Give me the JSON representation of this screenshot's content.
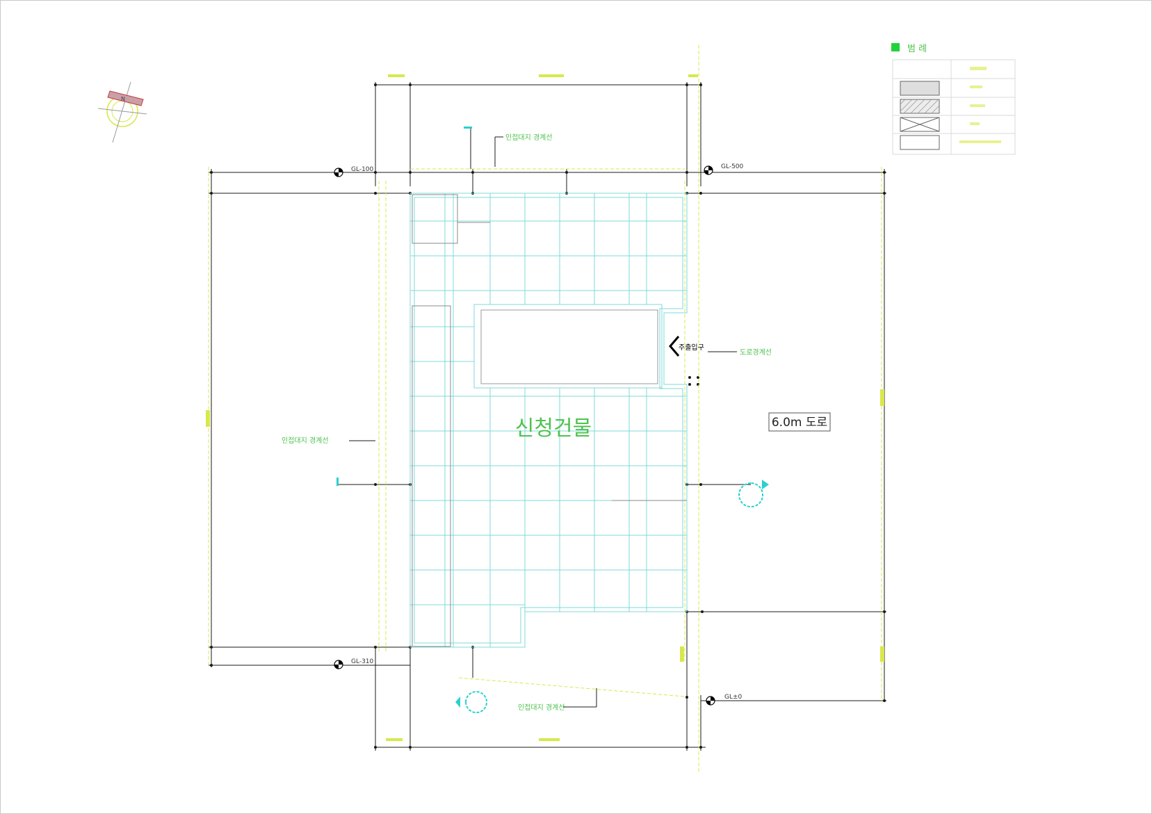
{
  "plan": {
    "title": "신청건물",
    "road_label": "6.0m 도로",
    "main_entrance_label": "주출입구",
    "level_marks": [
      "GL-100",
      "GL-500",
      "GL-310",
      "GL±0"
    ],
    "green_labels": [
      "인접대지 경계선",
      "인접대지 경계선",
      "도로경계선",
      "인접대지 경계선"
    ]
  },
  "legend": {
    "title": "범 례"
  },
  "colors": {
    "boundary_green": "#4ec24e",
    "dimension_yellow": "#d8e84a",
    "structure_cyan": "#7fd8d8",
    "linework_black": "#1a1a1a",
    "compass_red": "#c43a3a"
  },
  "icons": [
    "compass-icon",
    "section-marker-icon",
    "elevation-marker-icon",
    "entrance-arrow-icon"
  ]
}
